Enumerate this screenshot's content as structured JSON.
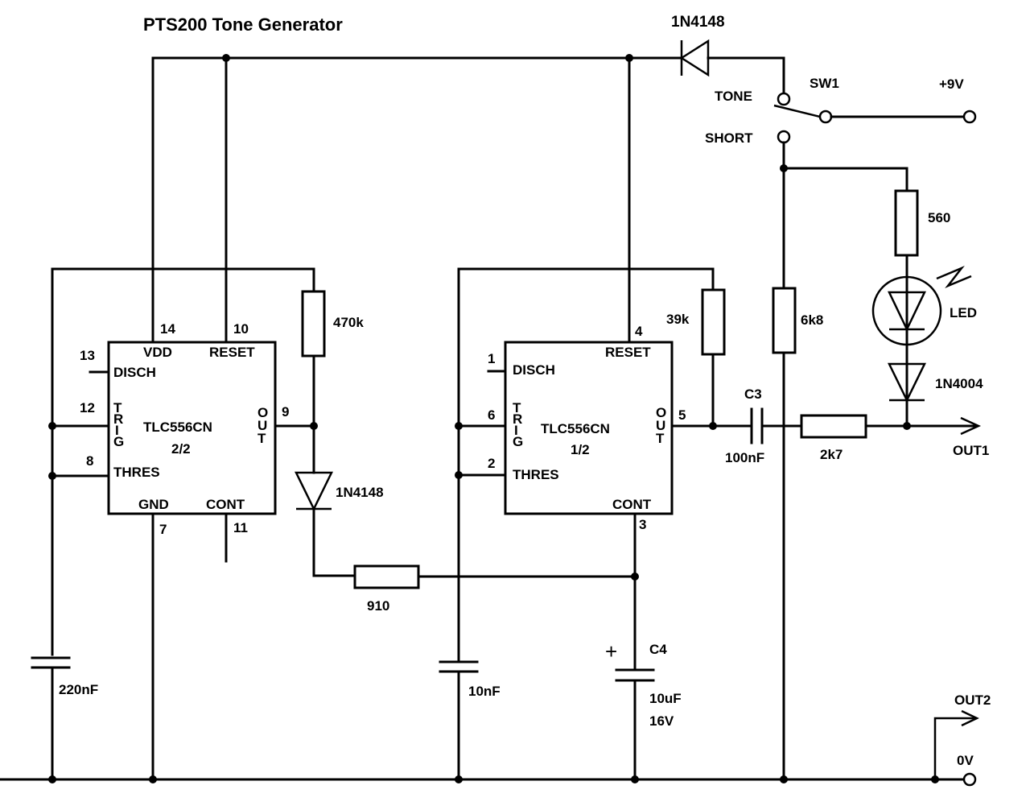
{
  "title": "PTS200 Tone Generator",
  "ic1": {
    "part": "TLC556CN",
    "unit": "2/2",
    "pins": {
      "vdd": {
        "num": "14",
        "name": "VDD"
      },
      "reset": {
        "num": "10",
        "name": "RESET"
      },
      "disch": {
        "num": "13",
        "name": "DISCH"
      },
      "trig": {
        "num": "12",
        "name": [
          "T",
          "R",
          "I",
          "G"
        ]
      },
      "thres": {
        "num": "8",
        "name": "THRES"
      },
      "out": {
        "num": "9",
        "name": [
          "O",
          "U",
          "T"
        ]
      },
      "gnd": {
        "num": "7",
        "name": "GND"
      },
      "cont": {
        "num": "11",
        "name": "CONT"
      }
    }
  },
  "ic2": {
    "part": "TLC556CN",
    "unit": "1/2",
    "pins": {
      "reset": {
        "num": "4",
        "name": "RESET"
      },
      "disch": {
        "num": "1",
        "name": "DISCH"
      },
      "trig": {
        "num": "6",
        "name": [
          "T",
          "R",
          "I",
          "G"
        ]
      },
      "thres": {
        "num": "2",
        "name": "THRES"
      },
      "out": {
        "num": "5",
        "name": [
          "O",
          "U",
          "T"
        ]
      },
      "cont": {
        "num": "3",
        "name": "CONT"
      }
    }
  },
  "components": {
    "r_470k": "470k",
    "r_39k": "39k",
    "r_6k8": "6k8",
    "r_560": "560",
    "r_2k7": "2k7",
    "r_910": "910",
    "d_top": "1N4148",
    "d_mid": "1N4148",
    "d_1n4004": "1N4004",
    "led": "LED",
    "c3_ref": "C3",
    "c3_val": "100nF",
    "c4_ref": "C4",
    "c4_val": "10uF",
    "c4_volt": "16V",
    "c4_plus": "+",
    "c_220n": "220nF",
    "c_10n": "10nF"
  },
  "switch": {
    "ref": "SW1",
    "pos_tone": "TONE",
    "pos_short": "SHORT"
  },
  "ports": {
    "vplus": "+9V",
    "out1": "OUT1",
    "out2": "OUT2",
    "gnd": "0V"
  }
}
